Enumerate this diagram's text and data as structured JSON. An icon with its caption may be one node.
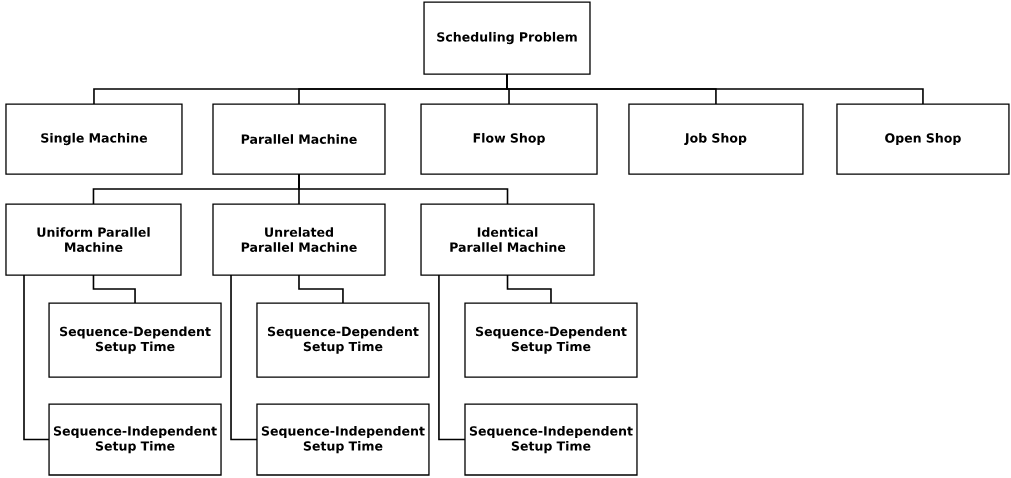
{
  "diagram": {
    "nodes": [
      {
        "text": [
          "Scheduling Problem"
        ]
      },
      {
        "text": [
          "Single Machine"
        ]
      },
      {
        "text": [
          "Parallel Machine"
        ]
      },
      {
        "text": [
          "Flow Shop"
        ]
      },
      {
        "text": [
          "Job Shop"
        ]
      },
      {
        "text": [
          "Open Shop"
        ]
      },
      {
        "text": [
          "Uniform Parallel Machine"
        ]
      },
      {
        "text": [
          "Unrelated Parallel Machine"
        ]
      },
      {
        "text": [
          "Identical Parallel Machine"
        ]
      },
      {
        "text": [
          "Sequence-Dependent Setup Time"
        ]
      },
      {
        "text": [
          "Sequence-Independent Setup Time"
        ]
      },
      {
        "text": [
          "Sequence-Dependent Setup Time"
        ]
      },
      {
        "text": [
          "Sequence-Independent Setup Time"
        ]
      },
      {
        "text": [
          "Sequence-Dependent Setup Time"
        ]
      },
      {
        "text": [
          "Sequence-Independent Setup Time"
        ]
      }
    ],
    "edges": [
      {
        "from": 0,
        "to": 1,
        "arrow": "none"
      },
      {
        "from": 0,
        "to": 2,
        "arrow": "none"
      },
      {
        "from": 0,
        "to": 3,
        "arrow": "none"
      },
      {
        "from": 0,
        "to": 4,
        "arrow": "none"
      },
      {
        "from": 0,
        "to": 5,
        "arrow": "none"
      },
      {
        "from": 2,
        "to": 6,
        "arrow": "none"
      },
      {
        "from": 2,
        "to": 7,
        "arrow": "none"
      },
      {
        "from": 2,
        "to": 8,
        "arrow": "none"
      },
      {
        "from": 6,
        "to": 9,
        "arrow": "none"
      },
      {
        "from": 6,
        "to": 10,
        "arrow": "none"
      },
      {
        "from": 7,
        "to": 11,
        "arrow": "none"
      },
      {
        "from": 7,
        "to": 12,
        "arrow": "none"
      },
      {
        "from": 8,
        "to": 13,
        "arrow": "none"
      },
      {
        "from": 8,
        "to": 14,
        "arrow": "none"
      }
    ]
  }
}
